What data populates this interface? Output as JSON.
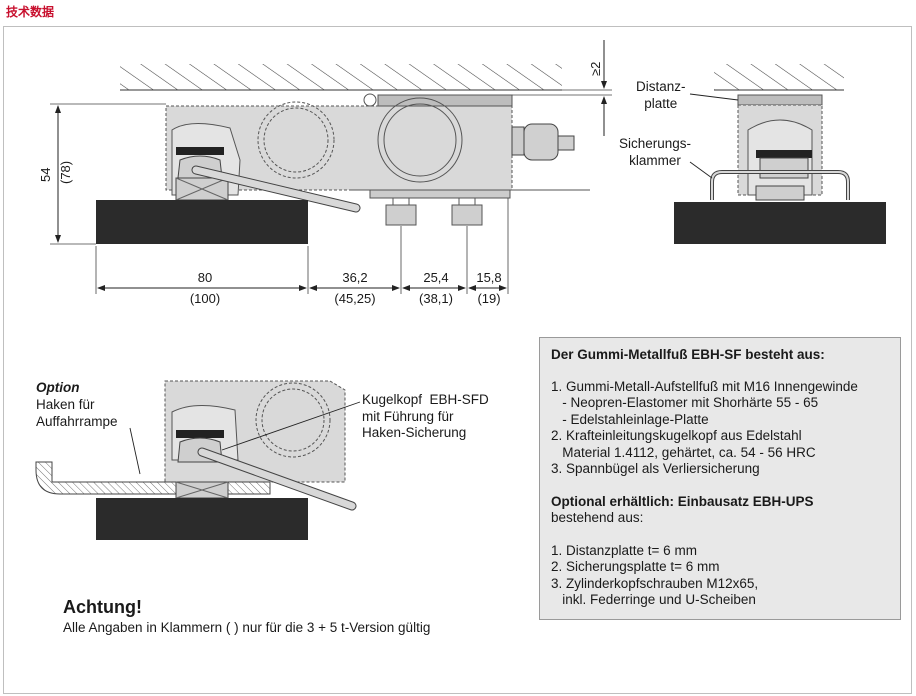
{
  "header": {
    "title": "技术数据"
  },
  "drawing_top": {
    "dim_height": "54",
    "dim_height_alt": "(78)",
    "dim_clearance": "≥2",
    "dim_80": "80",
    "dim_80_alt": "(100)",
    "dim_36": "36,2",
    "dim_36_alt": "(45,25)",
    "dim_25": "25,4",
    "dim_25_alt": "(38,1)",
    "dim_15": "15,8",
    "dim_15_alt": "(19)",
    "label_distanzplatte": "Distanz-\nplatte",
    "label_sicherungsklammer": "Sicherungs-\nklammer"
  },
  "drawing_option": {
    "option_title": "Option",
    "option_text": "Haken für\nAuffahrrampe",
    "kugelkopf_text": "Kugelkopf  EBH-SFD\nmit Führung für\nHaken-Sicherung"
  },
  "info": {
    "title": "Der Gummi-Metallfuß EBH-SF besteht aus:",
    "items": [
      "1. Gummi-Metall-Aufstellfuß mit M16 Innengewinde",
      "   - Neopren-Elastomer mit Shorhärte 55 - 65",
      "   - Edelstahleinlage-Platte",
      "2. Krafteinleitungskugelkopf aus Edelstahl",
      "   Material 1.4112, gehärtet, ca. 54 - 56 HRC",
      "3. Spannbügel als Verliersicherung"
    ],
    "optional_title": "Optional erhältlich: Einbausatz EBH-UPS",
    "optional_sub": "bestehend aus:",
    "optional_items": [
      "1. Distanzplatte t= 6 mm",
      "2. Sicherungsplatte t= 6 mm",
      "3. Zylinderkopfschrauben M12x65,",
      "   inkl. Federringe und U-Scheiben"
    ]
  },
  "notice": {
    "title": "Achtung!",
    "text": "Alle Angaben in Klammern ( ) nur für die 3 + 5 t-Version gültig"
  }
}
